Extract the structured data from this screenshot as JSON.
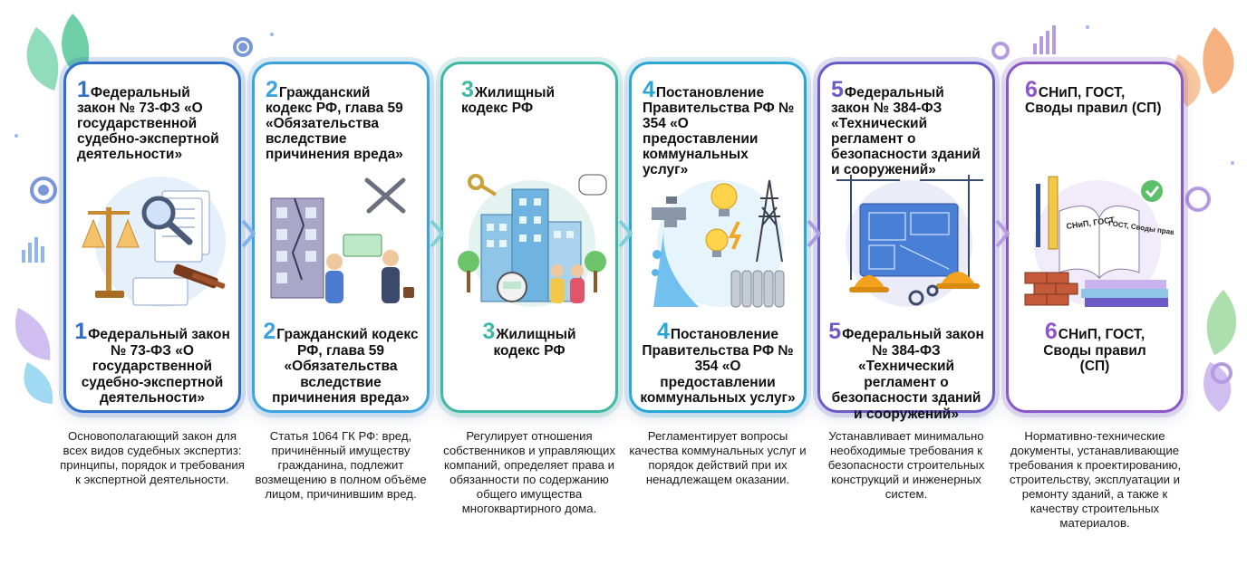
{
  "colors": {
    "blue": "#2f6fc8",
    "sky": "#3ba3e0",
    "teal": "#3fb8a4",
    "cyan": "#2aa7d6",
    "purple": "#6a5bc6",
    "violet": "#8a56c8"
  },
  "cards": [
    {
      "num": "1",
      "title_top": "Федеральный закон № 73-ФЗ «О государственной судебно-экспертной деятельности»",
      "title_bottom": "Федеральный закон № 73-ФЗ «О государственной судебно-экспертной деятельности»",
      "description": "Основополагающий закон для всех видов судебных экспертиз: принципы, порядок и требования к экспертной деятельности.",
      "illustration": "scales-documents-gavel"
    },
    {
      "num": "2",
      "title_top": "Гражданский кодекс РФ, глава 59 «Обязательства вследствие причинения вреда»",
      "title_bottom": "Гражданский кодекс РФ, глава 59 «Обязательства вследствие причинения вреда»",
      "description": "Статья 1064 ГК РФ: вред, причинённый имуществу гражданина, подлежит возмещению в полном объёме лицом, причинившим вред.",
      "illustration": "damaged-building-compensation"
    },
    {
      "num": "3",
      "title_top": "Жилищный кодекс РФ",
      "title_bottom": "Жилищный кодекс РФ",
      "description": "Регулирует отношения собственников и управляющих компаний, определяет права и обязанности по содержанию общего имущества многоквартирного дома.",
      "illustration": "apartment-buildings-residents"
    },
    {
      "num": "4",
      "title_top": "Постановление Правительства РФ № 354 «О предоставлении коммунальных услуг»",
      "title_bottom": "Постановление Правительства РФ № 354 «О предоставлении коммунальных услуг»",
      "description": "Регламентирует вопросы качества коммунальных услуг и порядок действий при их ненадлежащем оказании.",
      "illustration": "utilities-water-power-heat"
    },
    {
      "num": "5",
      "title_top": "Федеральный закон № 384-ФЗ «Технический регламент о безопасности зданий и сооружений»",
      "title_bottom": "Федеральный закон № 384-ФЗ «Технический регламент о безопасности зданий и сооружений»",
      "description": "Устанавливает минимально необходимые требования к безопасности строительных конструкций и инженерных систем.",
      "illustration": "cranes-blueprint-helmets"
    },
    {
      "num": "6",
      "title_top": "СНиП, ГОСТ, Своды правил (СП)",
      "title_bottom": "СНиП, ГОСТ, Своды правил (СП)",
      "description": "Нормативно-технические документы, устанавливающие требования к проектированию, строительству, эксплуатации и ремонту зданий, а также к качеству строительных материалов.",
      "illustration": "standards-books-bricks",
      "book_left": "СНиП, ГОСТ",
      "book_right": "ГОСТ, Своды правил"
    }
  ]
}
